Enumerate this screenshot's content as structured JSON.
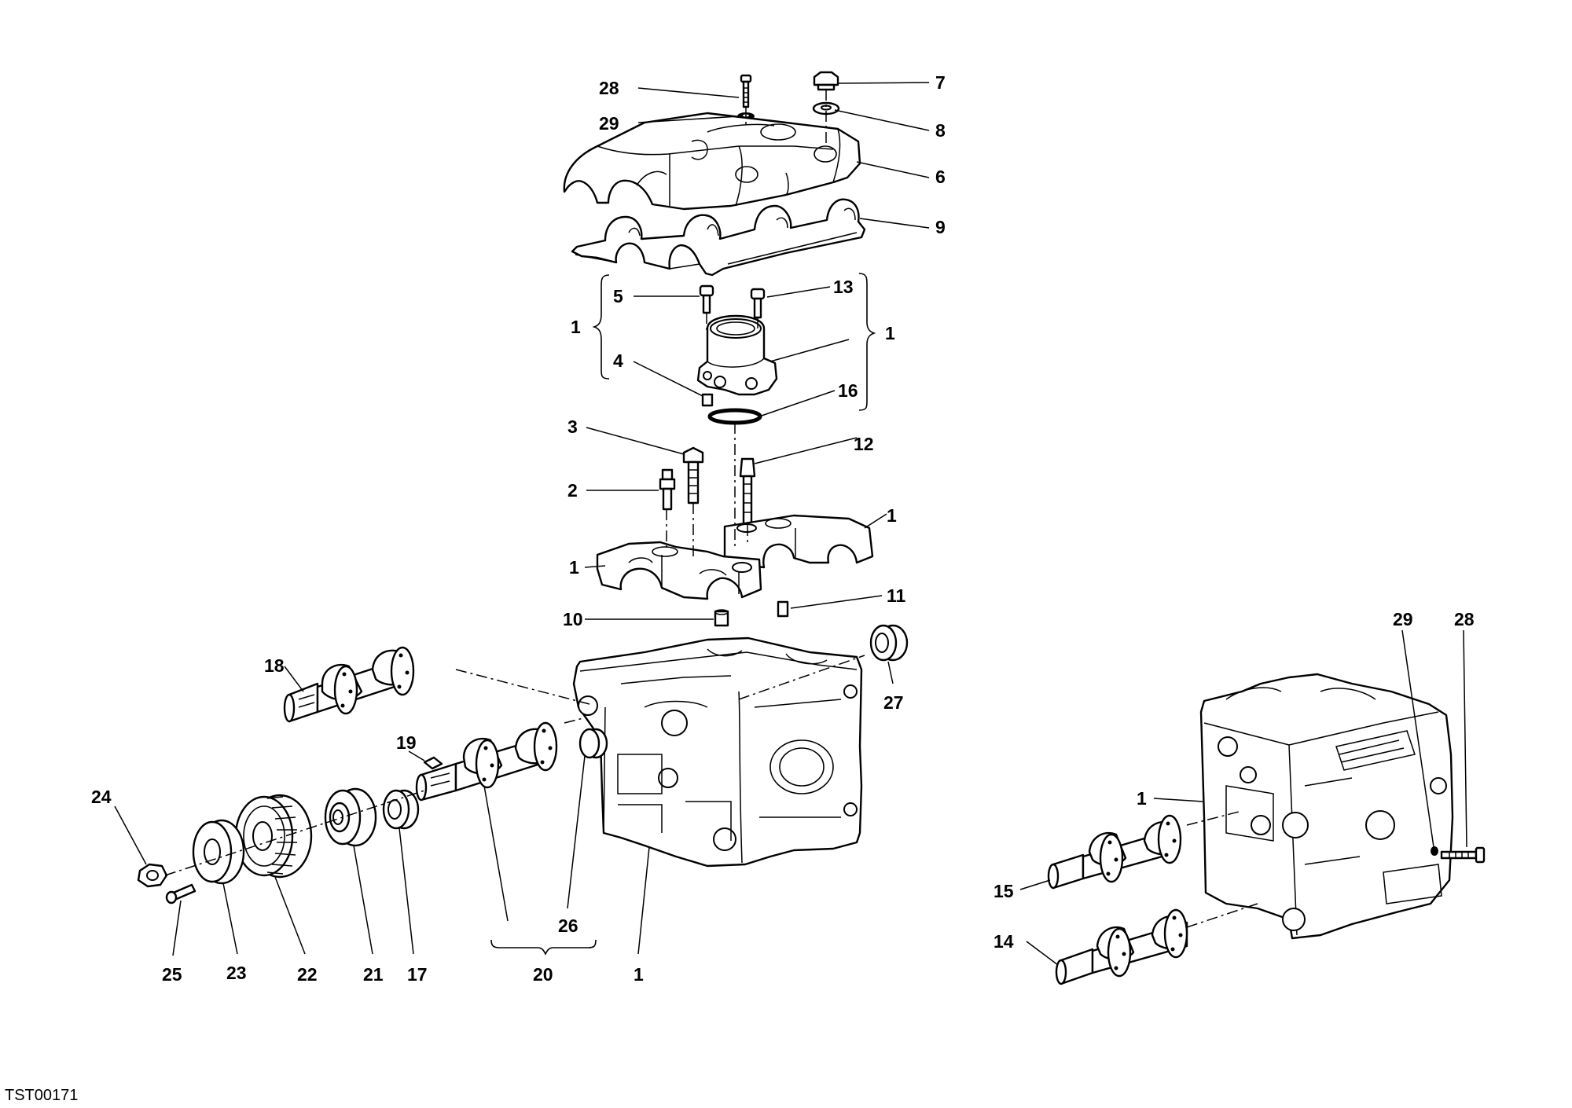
{
  "drawing_code": "TST00171",
  "callouts": {
    "c28_top": "28",
    "c29_top": "29",
    "c7": "7",
    "c8": "8",
    "c6": "6",
    "c9": "9",
    "c5": "5",
    "c13": "13",
    "c1_brace_left": "1",
    "c1_brace_right": "1",
    "c4": "4",
    "c16": "16",
    "c3": "3",
    "c12": "12",
    "c2": "2",
    "c1_cap_right": "1",
    "c1_cap_left": "1",
    "c11": "11",
    "c10": "10",
    "c18": "18",
    "c27": "27",
    "c19": "19",
    "c24": "24",
    "c26": "26",
    "c25": "25",
    "c23": "23",
    "c22": "22",
    "c21": "21",
    "c17": "17",
    "c20": "20",
    "c1_head": "1",
    "c29_side": "29",
    "c28_side": "28",
    "c1_side": "1",
    "c15": "15",
    "c14": "14"
  }
}
